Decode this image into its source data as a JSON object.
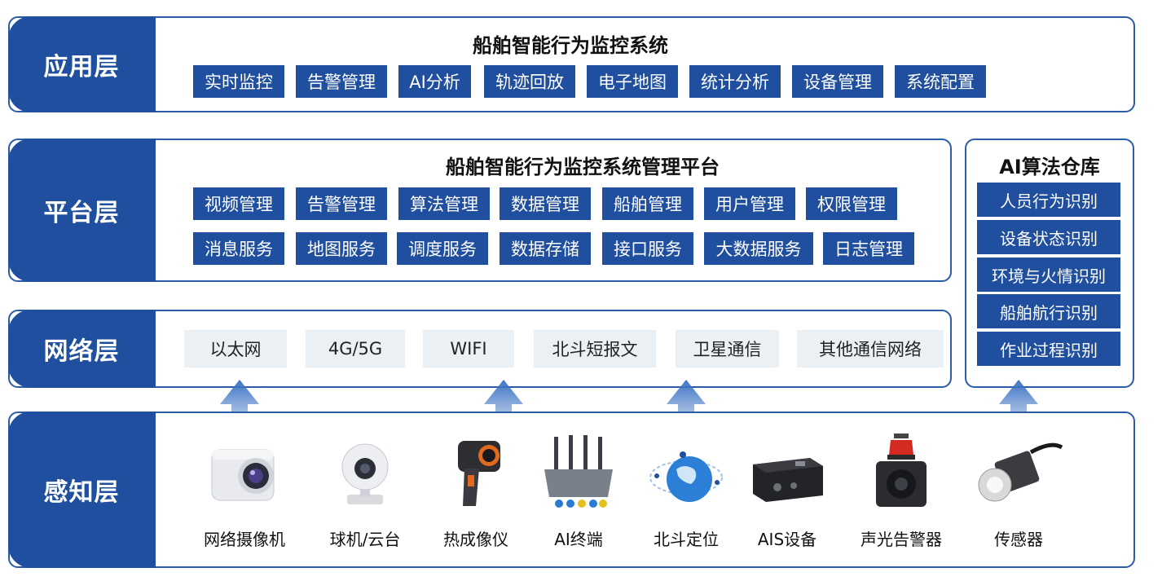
{
  "application": {
    "layer_label": "应用层",
    "title": "船舶智能行为监控系统",
    "items": [
      "实时监控",
      "告警管理",
      "AI分析",
      "轨迹回放",
      "电子地图",
      "统计分析",
      "设备管理",
      "系统配置"
    ]
  },
  "platform": {
    "layer_label": "平台层",
    "title": "船舶智能行为监控系统管理平台",
    "row1": [
      "视频管理",
      "告警管理",
      "算法管理",
      "数据管理",
      "船舶管理",
      "用户管理",
      "权限管理"
    ],
    "row2": [
      "消息服务",
      "地图服务",
      "调度服务",
      "数据存储",
      "接口服务",
      "大数据服务",
      "日志管理"
    ]
  },
  "network": {
    "layer_label": "网络层",
    "items": [
      "以太网",
      "4G/5G",
      "WIFI",
      "北斗短报文",
      "卫星通信",
      "其他通信网络"
    ]
  },
  "ai_repo": {
    "title": "AI算法仓库",
    "items": [
      "人员行为识别",
      "设备状态识别",
      "环境与火情识别",
      "船舶航行识别",
      "作业过程识别"
    ]
  },
  "perception": {
    "layer_label": "感知层",
    "devices": [
      {
        "label": "网络摄像机",
        "icon": "box-camera-icon"
      },
      {
        "label": "球机/云台",
        "icon": "dome-camera-icon"
      },
      {
        "label": "热成像仪",
        "icon": "thermal-imager-icon"
      },
      {
        "label": "AI终端",
        "icon": "ai-terminal-icon"
      },
      {
        "label": "北斗定位",
        "icon": "beidou-globe-icon"
      },
      {
        "label": "AIS设备",
        "icon": "ais-device-icon"
      },
      {
        "label": "声光告警器",
        "icon": "alarm-light-icon"
      },
      {
        "label": "传感器",
        "icon": "sensor-icon"
      }
    ]
  },
  "colors": {
    "primary_blue": "#1f4f9e",
    "border_blue": "#2a5ca8",
    "network_chip_bg": "#ebf0f5",
    "arrow_blue": "#3d73c4"
  }
}
